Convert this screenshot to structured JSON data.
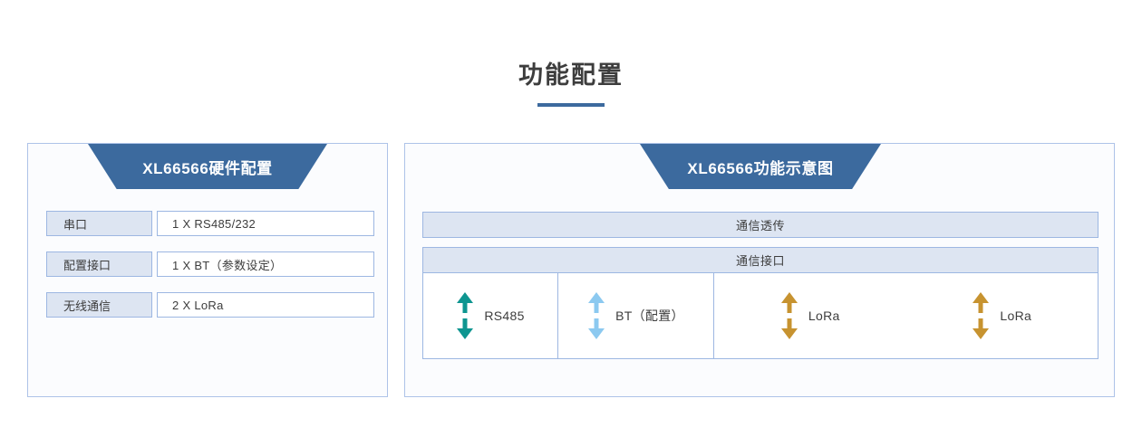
{
  "page": {
    "title": "功能配置",
    "accent_color": "#3c6a9e",
    "background": "#ffffff"
  },
  "panels": {
    "left": {
      "banner_label": "XL66566硬件配置",
      "rows": [
        {
          "label": "串口",
          "value": "1 X RS485/232"
        },
        {
          "label": "配置接口",
          "value": "1 X BT（参数设定）"
        },
        {
          "label": "无线通信",
          "value": "2 X LoRa"
        }
      ]
    },
    "right": {
      "banner_label": "XL66566功能示意图",
      "bars": [
        {
          "label": "通信透传"
        },
        {
          "label": "通信接口"
        }
      ],
      "interfaces": [
        {
          "label": "RS485",
          "arrow_color": "#0e9590",
          "icon": "double-arrow-vertical-icon"
        },
        {
          "label": "BT（配置）",
          "arrow_color": "#8cc9f0",
          "icon": "double-arrow-vertical-icon"
        },
        {
          "label": "LoRa",
          "arrow_color": "#c79330",
          "icon": "double-arrow-vertical-icon"
        },
        {
          "label": "LoRa",
          "arrow_color": "#c79330",
          "icon": "double-arrow-vertical-icon"
        }
      ]
    }
  }
}
